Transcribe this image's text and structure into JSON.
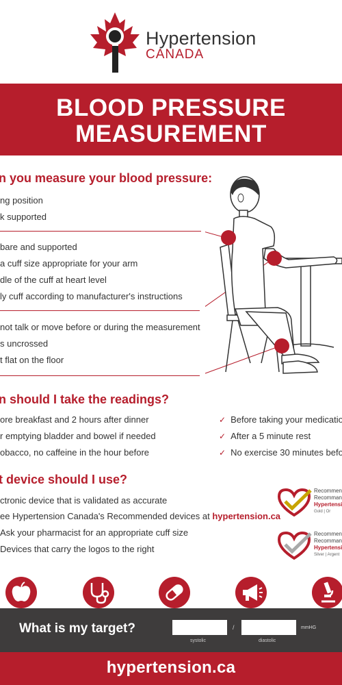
{
  "brand": {
    "line1": "Hypertension",
    "line2": "CANADA"
  },
  "banner": {
    "line1": "BLOOD PRESSURE",
    "line2": "MEASUREMENT"
  },
  "section1": {
    "title": "n you measure your blood pressure:",
    "groups": [
      [
        "ng position",
        "k supported"
      ],
      [
        " bare and supported",
        "a cuff size appropriate for your arm",
        "dle of the cuff at heart level",
        "ly cuff according to manufacturer's instructions"
      ],
      [
        "not talk or move before or during the measurement",
        "s uncrossed",
        "t flat on the floor"
      ]
    ]
  },
  "section2": {
    "title": "n should I take the readings?",
    "left": [
      "ore breakfast and 2 hours after dinner",
      "r emptying bladder and bowel if needed",
      "obacco, no caffeine in the hour before"
    ],
    "right": [
      "Before taking your medication",
      "After a 5 minute rest",
      "No exercise 30 minutes before"
    ]
  },
  "section3": {
    "title": "t device should I use?",
    "items": [
      "ctronic device that is validated as accurate",
      "ee Hypertension Canada's Recommended devices at ",
      "Ask your pharmacist for an appropriate cuff size",
      "Devices that carry the logos to the right"
    ],
    "link": "hypertension.ca"
  },
  "badges": [
    {
      "l1": "Recommen",
      "l2": "Recomman",
      "l3": "Hypertensio",
      "l4": "Gold | Or",
      "color": "#c8a400"
    },
    {
      "l1": "Recommen",
      "l2": "Recomman",
      "l3": "Hypertensio",
      "l4": "Silver | Argent",
      "color": "#a9a9a9"
    }
  ],
  "icons": [
    "apple-icon",
    "stethoscope-icon",
    "pill-icon",
    "megaphone-icon",
    "microscope-icon"
  ],
  "target": {
    "question": "What is my target?",
    "systolic": "systolic",
    "diastolic": "diastolic",
    "slash": "/",
    "unit": "mmHG"
  },
  "footer": {
    "url": "hypertension.ca"
  },
  "colors": {
    "brand_red": "#b61e2c",
    "dark": "#3e3c3c"
  }
}
